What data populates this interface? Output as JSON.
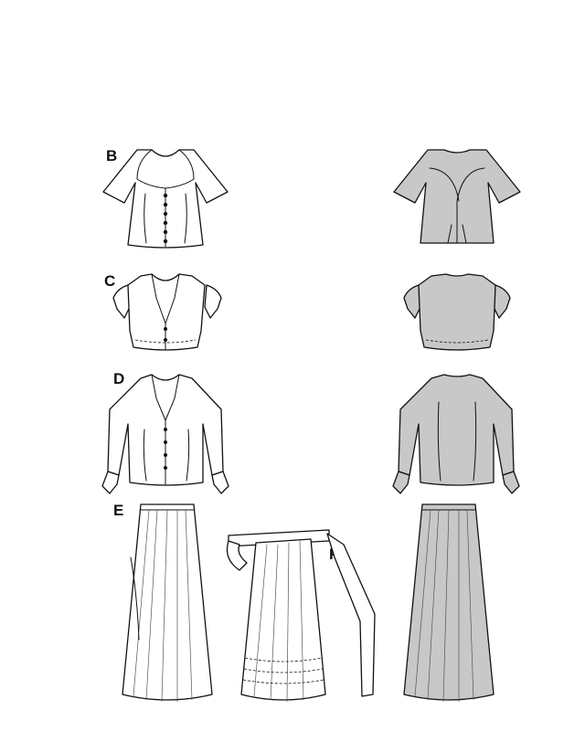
{
  "views": [
    {
      "label": "B",
      "label_color": "#111111"
    },
    {
      "label": "C",
      "label_color": "#111111"
    },
    {
      "label": "D",
      "label_color": "#111111"
    },
    {
      "label": "E",
      "label_color": "#111111"
    },
    {
      "label": "F",
      "label_color": "#111111"
    }
  ],
  "colors": {
    "outline": "#111111",
    "front_fill": "#ffffff",
    "back_fill": "#c8c8c8",
    "background": "#ffffff"
  }
}
